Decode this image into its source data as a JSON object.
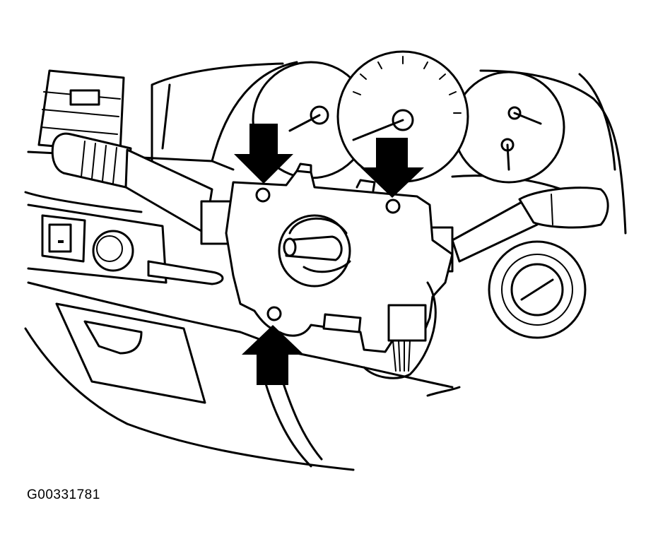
{
  "figure": {
    "caption": "G00331781",
    "arrows": [
      {
        "name": "arrow-upper-left-screw",
        "direction": "down"
      },
      {
        "name": "arrow-upper-right-screw",
        "direction": "down"
      },
      {
        "name": "arrow-lower-screw",
        "direction": "up"
      }
    ],
    "colors": {
      "line": "#000000",
      "background": "#ffffff"
    }
  }
}
